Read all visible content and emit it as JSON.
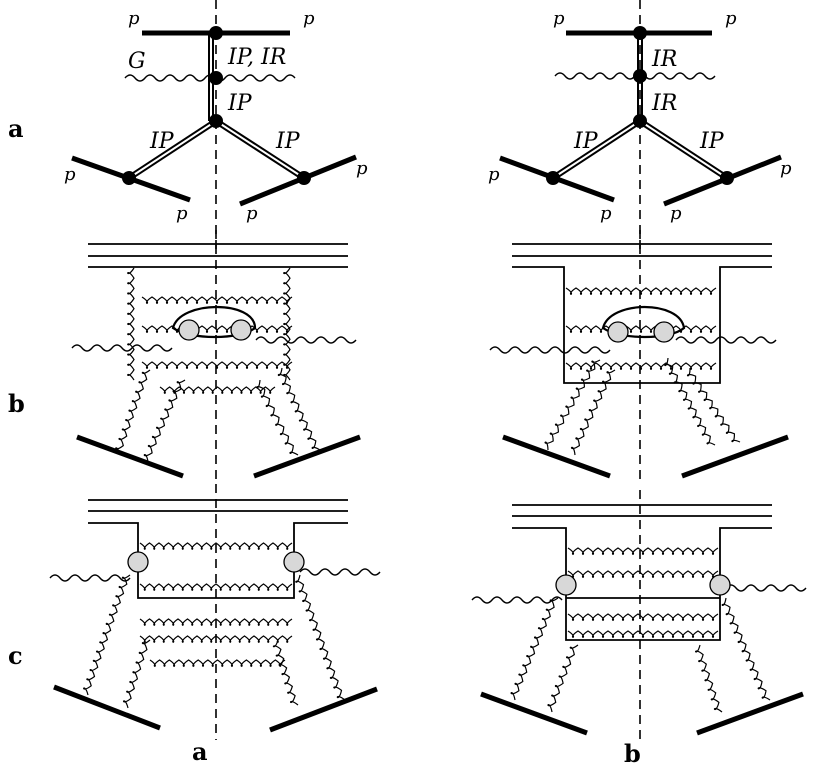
{
  "row_labels": {
    "a": "a",
    "b": "b",
    "c": "c"
  },
  "column_labels": {
    "left": "a",
    "right": "b"
  },
  "top_left": {
    "p_top_left": "p",
    "p_top_right": "p",
    "g_label": "G",
    "upper_exchange": "IP, IR",
    "lower_exchange": "IP",
    "left_leg": "IP",
    "right_leg": "IP",
    "p_left_out": "p",
    "p_left_in": "p",
    "p_right_in": "p",
    "p_right_out": "p"
  },
  "top_right": {
    "p_top_left": "p",
    "p_top_right": "p",
    "upper_exchange": "IR",
    "lower_exchange": "IR",
    "left_leg": "IP",
    "right_leg": "IP",
    "p_left_out": "p",
    "p_left_in": "p",
    "p_right_in": "p",
    "p_right_out": "p"
  }
}
